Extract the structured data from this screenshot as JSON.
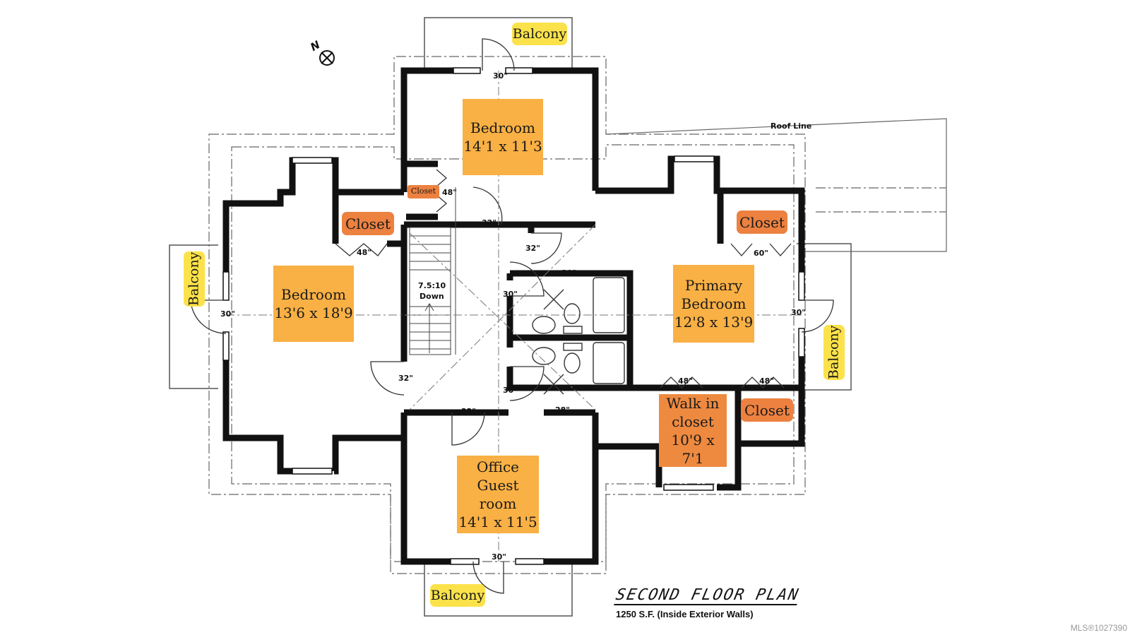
{
  "rooms": {
    "bedroom_top": {
      "name": "Bedroom",
      "dims": "14'1 x 11'3"
    },
    "bedroom_left": {
      "name": "Bedroom",
      "dims": "13'6 x 18'9"
    },
    "primary": {
      "name": "Primary\nBedroom",
      "dims": "12'8 x 13'9"
    },
    "walkin": {
      "name": "Walk in\ncloset",
      "dims": "10'9 x 7'1"
    },
    "office": {
      "name": "Office\nGuest room",
      "dims": "14'1 x 11'5"
    }
  },
  "closets": {
    "left": "Closet",
    "small": "Closet",
    "primary_top": "Closet",
    "primary_bottom": "Closet"
  },
  "balconies": {
    "top": "Balcony",
    "left": "Balcony",
    "right": "Balcony",
    "bottom": "Balcony"
  },
  "dimensions": {
    "d_top_30": "30\"",
    "d_small_closet_48": "48\"",
    "d_hall_32_a": "32\"",
    "d_left_closet_48": "48\"",
    "d_hall_32_b": "32\"",
    "d_bath_30_top": "30\"",
    "d_bath_30_side": "30\"",
    "d_left_30": "30\"",
    "d_primary_closet_60": "60\"",
    "d_primary_30": "30\"",
    "d_stair_32": "32\"",
    "d_bath_30_low": "30\"",
    "d_office_32": "32\"",
    "d_bath_28": "28\"",
    "d_walkin_48": "48\"",
    "d_closet_48": "48\"",
    "d_bottom_30": "30\""
  },
  "stair": {
    "ratio": "7.5:10",
    "direction": "Down"
  },
  "roof_line": "Roof Line",
  "north": "N",
  "plan_title": "SECOND FLOOR PLAN",
  "plan_area": "1250 S.F. (Inside Exterior Walls)",
  "watermark": "MLS®1027390",
  "colors": {
    "room": "#f9b044",
    "closet": "#ec8140",
    "balcony": "#fbe24a",
    "wall": "#111111"
  }
}
